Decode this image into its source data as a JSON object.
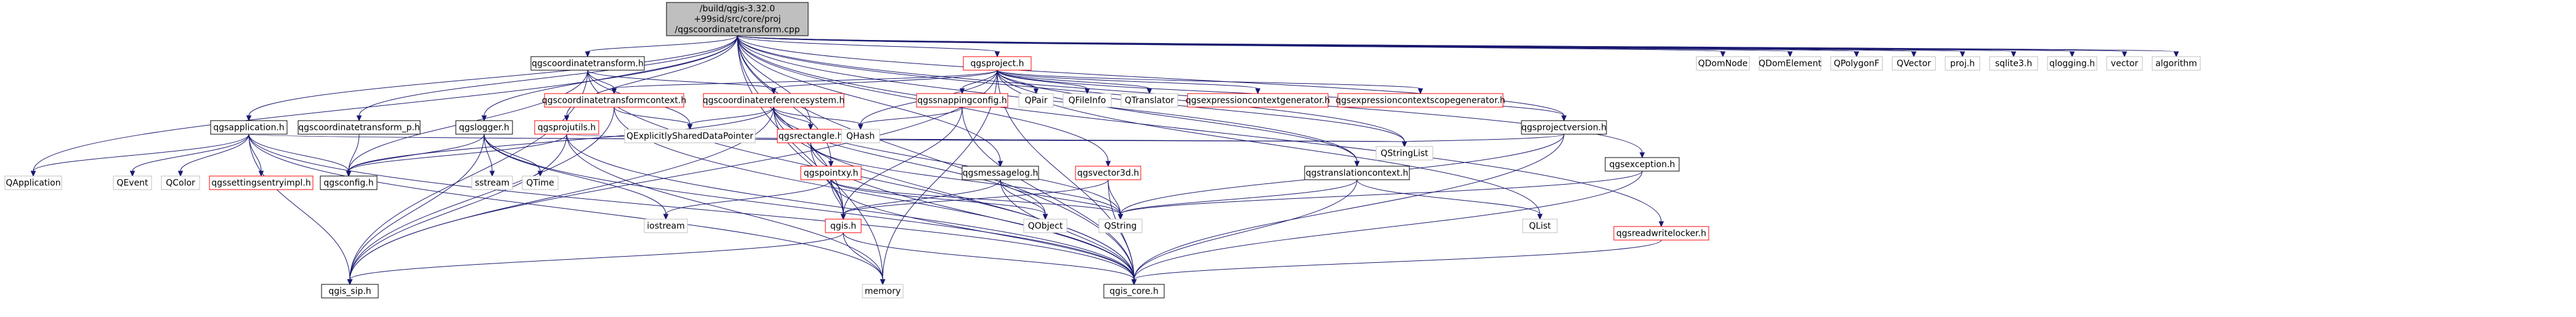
{
  "colors": {
    "edge": "#191970",
    "box_border": "#000000",
    "box_fill": "#ffffff",
    "root_fill": "#bfbfbf",
    "external_border": "#bfbfbf",
    "truncated_border": "#ff0000",
    "text": "#000000"
  },
  "nodes": [
    {
      "id": "root",
      "lines": [
        "/build/qgis-3.32.0",
        "+99sid/src/core/proj",
        "/qgscoordinatetransform.cpp"
      ],
      "kind": "root"
    },
    {
      "id": "qgscoordinatetransform_h",
      "lines": [
        "qgscoordinatetransform.h"
      ],
      "kind": "normal"
    },
    {
      "id": "qgsproject_h",
      "lines": [
        "qgsproject.h"
      ],
      "kind": "truncated"
    },
    {
      "id": "qgscoordinatetransformcontext_h",
      "lines": [
        "qgscoordinatetransformcontext.h"
      ],
      "kind": "truncated"
    },
    {
      "id": "qgscoordinatereferencesystem_h",
      "lines": [
        "qgscoordinatereferencesystem.h"
      ],
      "kind": "truncated"
    },
    {
      "id": "qgssnappingconfig_h",
      "lines": [
        "qgssnappingconfig.h"
      ],
      "kind": "truncated"
    },
    {
      "id": "qpair",
      "lines": [
        "QPair"
      ],
      "kind": "external"
    },
    {
      "id": "qfileinfo",
      "lines": [
        "QFileInfo"
      ],
      "kind": "external"
    },
    {
      "id": "qtranslator",
      "lines": [
        "QTranslator"
      ],
      "kind": "external"
    },
    {
      "id": "qgsexpressioncontextgenerator_h",
      "lines": [
        "qgsexpressioncontextgenerator.h"
      ],
      "kind": "truncated"
    },
    {
      "id": "qgsexpressioncontextscopegenerator_h",
      "lines": [
        "qgsexpressioncontextscopegenerator.h"
      ],
      "kind": "truncated"
    },
    {
      "id": "qgsapplication_h",
      "lines": [
        "qgsapplication.h"
      ],
      "kind": "normal"
    },
    {
      "id": "qgscoordinatetransform_p_h",
      "lines": [
        "qgscoordinatetransform_p.h"
      ],
      "kind": "normal"
    },
    {
      "id": "qgslogger_h",
      "lines": [
        "qgslogger.h"
      ],
      "kind": "normal"
    },
    {
      "id": "qgsprojutils_h",
      "lines": [
        "qgsprojutils.h"
      ],
      "kind": "truncated"
    },
    {
      "id": "qgsrectangle_h",
      "lines": [
        "qgsrectangle.h"
      ],
      "kind": "truncated"
    },
    {
      "id": "qgspointxy_h",
      "lines": [
        "qgspointxy.h"
      ],
      "kind": "truncated"
    },
    {
      "id": "qgsmessagelog_h",
      "lines": [
        "qgsmessagelog.h"
      ],
      "kind": "normal"
    },
    {
      "id": "qgsvector3d_h",
      "lines": [
        "qgsvector3d.h"
      ],
      "kind": "truncated"
    },
    {
      "id": "qgstranslationcontext_h",
      "lines": [
        "qgstranslationcontext.h"
      ],
      "kind": "normal"
    },
    {
      "id": "qgsprojectversion_h",
      "lines": [
        "qgsprojectversion.h"
      ],
      "kind": "normal"
    },
    {
      "id": "qgsexception_h",
      "lines": [
        "qgsexception.h"
      ],
      "kind": "normal"
    },
    {
      "id": "qgsreadwritelocker_h",
      "lines": [
        "qgsreadwritelocker.h"
      ],
      "kind": "truncated"
    },
    {
      "id": "qhash",
      "lines": [
        "QHash"
      ],
      "kind": "external"
    },
    {
      "id": "qexplicitlyshareddatapointer",
      "lines": [
        "QExplicitlySharedDataPointer"
      ],
      "kind": "external"
    },
    {
      "id": "qapplication",
      "lines": [
        "QApplication"
      ],
      "kind": "external"
    },
    {
      "id": "qevent",
      "lines": [
        "QEvent"
      ],
      "kind": "external"
    },
    {
      "id": "qcolor",
      "lines": [
        "QColor"
      ],
      "kind": "external"
    },
    {
      "id": "qgssettingsentryimpl_h",
      "lines": [
        "qgssettingsentryimpl.h"
      ],
      "kind": "truncated"
    },
    {
      "id": "qgsconfig_h",
      "lines": [
        "qgsconfig.h"
      ],
      "kind": "normal"
    },
    {
      "id": "sstream",
      "lines": [
        "sstream"
      ],
      "kind": "external"
    },
    {
      "id": "qtime",
      "lines": [
        "QTime"
      ],
      "kind": "external"
    },
    {
      "id": "iostream",
      "lines": [
        "iostream"
      ],
      "kind": "external"
    },
    {
      "id": "qgis_h",
      "lines": [
        "qgis.h"
      ],
      "kind": "truncated"
    },
    {
      "id": "qobject",
      "lines": [
        "QObject"
      ],
      "kind": "external"
    },
    {
      "id": "qstring",
      "lines": [
        "QString"
      ],
      "kind": "external"
    },
    {
      "id": "qstringlist",
      "lines": [
        "QStringList"
      ],
      "kind": "external"
    },
    {
      "id": "qlist",
      "lines": [
        "QList"
      ],
      "kind": "external"
    },
    {
      "id": "qgis_sip_h",
      "lines": [
        "qgis_sip.h"
      ],
      "kind": "normal"
    },
    {
      "id": "memory",
      "lines": [
        "memory"
      ],
      "kind": "external"
    },
    {
      "id": "qgis_core_h",
      "lines": [
        "qgis_core.h"
      ],
      "kind": "normal"
    },
    {
      "id": "qdomnode",
      "lines": [
        "QDomNode"
      ],
      "kind": "external"
    },
    {
      "id": "qdomelement",
      "lines": [
        "QDomElement"
      ],
      "kind": "external"
    },
    {
      "id": "qpolygonf",
      "lines": [
        "QPolygonF"
      ],
      "kind": "external"
    },
    {
      "id": "qvector",
      "lines": [
        "QVector"
      ],
      "kind": "external"
    },
    {
      "id": "proj_h",
      "lines": [
        "proj.h"
      ],
      "kind": "external"
    },
    {
      "id": "sqlite3_h",
      "lines": [
        "sqlite3.h"
      ],
      "kind": "external"
    },
    {
      "id": "qlogging_h",
      "lines": [
        "qlogging.h"
      ],
      "kind": "external"
    },
    {
      "id": "vector",
      "lines": [
        "vector"
      ],
      "kind": "external"
    },
    {
      "id": "algorithm",
      "lines": [
        "algorithm"
      ],
      "kind": "external"
    }
  ],
  "edges": [
    [
      "root",
      "qgscoordinatetransform_h"
    ],
    [
      "root",
      "qgsproject_h"
    ],
    [
      "root",
      "qgsapplication_h"
    ],
    [
      "root",
      "qgscoordinatetransform_p_h"
    ],
    [
      "root",
      "qgslogger_h"
    ],
    [
      "root",
      "qgsprojutils_h"
    ],
    [
      "root",
      "qgsrectangle_h"
    ],
    [
      "root",
      "qgspointxy_h"
    ],
    [
      "root",
      "qgsmessagelog_h"
    ],
    [
      "root",
      "qgsvector3d_h"
    ],
    [
      "root",
      "qgstranslationcontext_h"
    ],
    [
      "root",
      "qgsprojectversion_h"
    ],
    [
      "root",
      "qgsexception_h"
    ],
    [
      "root",
      "qgsreadwritelocker_h"
    ],
    [
      "root",
      "qgis_h"
    ],
    [
      "root",
      "qgis_core_h"
    ],
    [
      "root",
      "qstringlist"
    ],
    [
      "root",
      "qapplication"
    ],
    [
      "root",
      "qdomnode"
    ],
    [
      "root",
      "qdomelement"
    ],
    [
      "root",
      "qpolygonf"
    ],
    [
      "root",
      "qvector"
    ],
    [
      "root",
      "proj_h"
    ],
    [
      "root",
      "sqlite3_h"
    ],
    [
      "root",
      "qlogging_h"
    ],
    [
      "root",
      "vector"
    ],
    [
      "root",
      "algorithm"
    ],
    [
      "root",
      "memory"
    ],
    [
      "qgscoordinatetransform_h",
      "qgscoordinatetransformcontext_h"
    ],
    [
      "qgscoordinatetransform_h",
      "qgscoordinatereferencesystem_h"
    ],
    [
      "qgscoordinatetransform_h",
      "qexplicitlyshareddatapointer"
    ],
    [
      "qgscoordinatetransform_h",
      "qgsconfig_h"
    ],
    [
      "qgscoordinatetransform_h",
      "qgis_sip_h"
    ],
    [
      "qgscoordinatetransform_h",
      "qgis_core_h"
    ],
    [
      "qgsproject_h",
      "qgscoordinatetransformcontext_h"
    ],
    [
      "qgsproject_h",
      "qgscoordinatereferencesystem_h"
    ],
    [
      "qgsproject_h",
      "qgssnappingconfig_h"
    ],
    [
      "qgsproject_h",
      "qpair"
    ],
    [
      "qgsproject_h",
      "qfileinfo"
    ],
    [
      "qgsproject_h",
      "qtranslator"
    ],
    [
      "qgsproject_h",
      "qgsexpressioncontextgenerator_h"
    ],
    [
      "qgsproject_h",
      "qgsexpressioncontextscopegenerator_h"
    ],
    [
      "qgsproject_h",
      "qgsprojectversion_h"
    ],
    [
      "qgsproject_h",
      "qgstranslationcontext_h"
    ],
    [
      "qgsproject_h",
      "qhash"
    ],
    [
      "qgsproject_h",
      "qstringlist"
    ],
    [
      "qgsproject_h",
      "qlist"
    ],
    [
      "qgsproject_h",
      "qgis_sip_h"
    ],
    [
      "qgsproject_h",
      "qgis_core_h"
    ],
    [
      "qgsproject_h",
      "memory"
    ],
    [
      "qgscoordinatetransformcontext_h",
      "qexplicitlyshareddatapointer"
    ],
    [
      "qgscoordinatetransformcontext_h",
      "qgis_sip_h"
    ],
    [
      "qgscoordinatetransformcontext_h",
      "qgis_core_h"
    ],
    [
      "qgscoordinatereferencesystem_h",
      "qgsrectangle_h"
    ],
    [
      "qgscoordinatereferencesystem_h",
      "qhash"
    ],
    [
      "qgscoordinatereferencesystem_h",
      "qexplicitlyshareddatapointer"
    ],
    [
      "qgscoordinatereferencesystem_h",
      "qstring"
    ],
    [
      "qgscoordinatereferencesystem_h",
      "qobject"
    ],
    [
      "qgscoordinatereferencesystem_h",
      "qgis_sip_h"
    ],
    [
      "qgscoordinatereferencesystem_h",
      "qgis_core_h"
    ],
    [
      "qgscoordinatereferencesystem_h",
      "qgis_h"
    ],
    [
      "qgscoordinatereferencesystem_h",
      "qgsconfig_h"
    ],
    [
      "qgssnappingconfig_h",
      "qhash"
    ],
    [
      "qgssnappingconfig_h",
      "qgis_h"
    ],
    [
      "qgssnappingconfig_h",
      "qgis_core_h"
    ],
    [
      "qgsapplication_h",
      "qapplication"
    ],
    [
      "qgsapplication_h",
      "qevent"
    ],
    [
      "qgsapplication_h",
      "qcolor"
    ],
    [
      "qgsapplication_h",
      "qgssettingsentryimpl_h"
    ],
    [
      "qgsapplication_h",
      "qgsconfig_h"
    ],
    [
      "qgsapplication_h",
      "qgis_sip_h"
    ],
    [
      "qgsapplication_h",
      "memory"
    ],
    [
      "qgsapplication_h",
      "qgis_core_h"
    ],
    [
      "qgsapplication_h",
      "qstringlist"
    ],
    [
      "qgscoordinatetransform_p_h",
      "qgsconfig_h"
    ],
    [
      "qgslogger_h",
      "qgsconfig_h"
    ],
    [
      "qgslogger_h",
      "sstream"
    ],
    [
      "qgslogger_h",
      "qtime"
    ],
    [
      "qgslogger_h",
      "iostream"
    ],
    [
      "qgslogger_h",
      "qgis_sip_h"
    ],
    [
      "qgslogger_h",
      "qgis_core_h"
    ],
    [
      "qgsprojutils_h",
      "qgsconfig_h"
    ],
    [
      "qgsprojutils_h",
      "memory"
    ],
    [
      "qgsprojutils_h",
      "qstringlist"
    ],
    [
      "qgsprojutils_h",
      "qgis_sip_h"
    ],
    [
      "qgsprojutils_h",
      "qgis_core_h"
    ],
    [
      "qgsrectangle_h",
      "qgspointxy_h"
    ],
    [
      "qgsrectangle_h",
      "qgis_h"
    ],
    [
      "qgsrectangle_h",
      "qgis_core_h"
    ],
    [
      "qgsrectangle_h",
      "qstring"
    ],
    [
      "qgspointxy_h",
      "qgis_h"
    ],
    [
      "qgspointxy_h",
      "qstring"
    ],
    [
      "qgspointxy_h",
      "qobject"
    ],
    [
      "qgspointxy_h",
      "iostream"
    ],
    [
      "qgspointxy_h",
      "qgis_core_h"
    ],
    [
      "qgsmessagelog_h",
      "qgis_h"
    ],
    [
      "qgsmessagelog_h",
      "qstring"
    ],
    [
      "qgsmessagelog_h",
      "qobject"
    ],
    [
      "qgsmessagelog_h",
      "qgis_core_h"
    ],
    [
      "qgsvector3d_h",
      "qgis_h"
    ],
    [
      "qgsvector3d_h",
      "qstring"
    ],
    [
      "qgsvector3d_h",
      "qgis_core_h"
    ],
    [
      "qgstranslationcontext_h",
      "qgis_core_h"
    ],
    [
      "qgstranslationcontext_h",
      "qstring"
    ],
    [
      "qgstranslationcontext_h",
      "qlist"
    ],
    [
      "qgsprojectversion_h",
      "qgis_core_h"
    ],
    [
      "qgsprojectversion_h",
      "qstring"
    ],
    [
      "qgsprojectversion_h",
      "qstringlist"
    ],
    [
      "qgsexception_h",
      "qgis_core_h"
    ],
    [
      "qgsexception_h",
      "qstring"
    ],
    [
      "qgsreadwritelocker_h",
      "qgis_core_h"
    ],
    [
      "qgis_h",
      "qgis_sip_h"
    ],
    [
      "qgis_h",
      "qgis_core_h"
    ],
    [
      "qgis_h",
      "memory"
    ]
  ]
}
